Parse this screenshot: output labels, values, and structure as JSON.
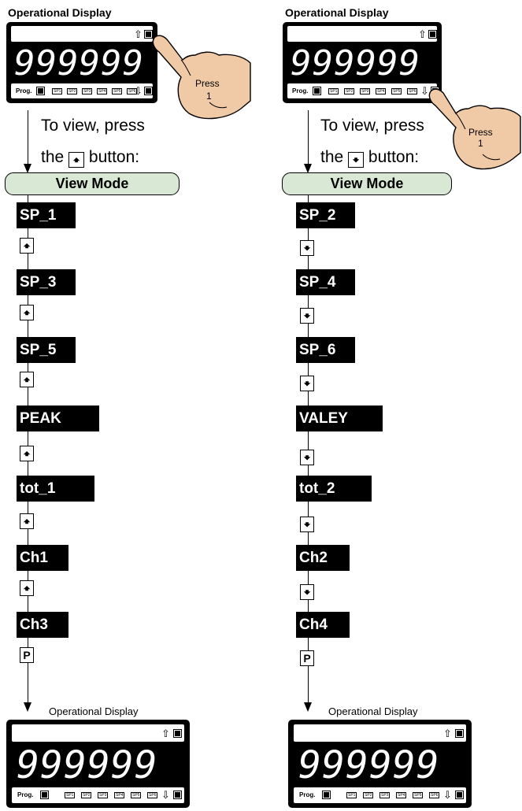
{
  "top_display": {
    "title": "Operational Display",
    "digits": "999999",
    "prog": "Prog."
  },
  "bottom_display": {
    "title": "Operational Display",
    "digits": "999999",
    "prog": "Prog."
  },
  "sp_labels": [
    "SP1",
    "SP2",
    "SP3",
    "SP4",
    "SP5",
    "SP6"
  ],
  "indicators": {
    "up": "⇧",
    "down": "⇩"
  },
  "hand": {
    "line1": "Press",
    "line2": "1"
  },
  "view_mode": "View Mode",
  "left": {
    "instruction": {
      "line1": "To view, press",
      "line2_pre": "the",
      "line2_post": "button:",
      "key": "🠹"
    },
    "tags": [
      "SP_1",
      "SP_3",
      "SP_5",
      "PEAK",
      "tot_1",
      "Ch1",
      "Ch3"
    ],
    "key_symbol": "🠹",
    "final_key": "P"
  },
  "right": {
    "instruction": {
      "line1": "To view, press",
      "line2_pre": "the",
      "line2_post": "button:",
      "key": "🠻"
    },
    "tags": [
      "SP_2",
      "SP_4",
      "SP_6",
      "VALEY",
      "tot_2",
      "Ch2",
      "Ch4"
    ],
    "key_symbol": "🠻",
    "final_key": "P"
  }
}
